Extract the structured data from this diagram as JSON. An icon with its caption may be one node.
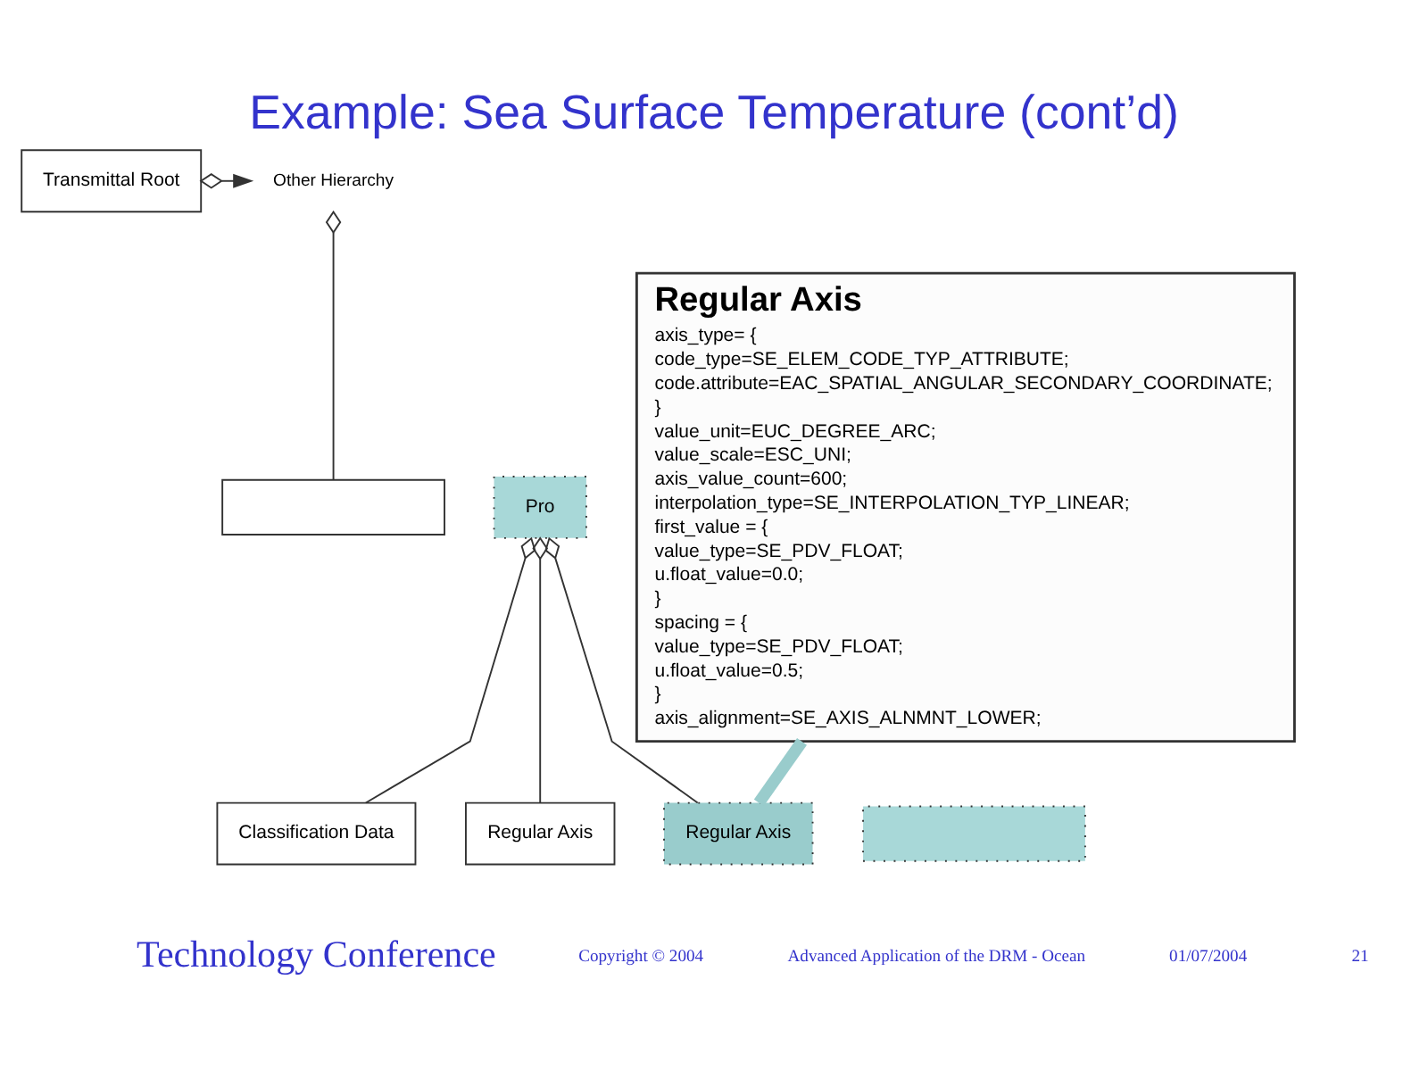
{
  "diagram": {
    "title": "Example: Sea Surface Temperature (cont’d)",
    "nodes": [
      {
        "text": [
          "Transmittal Root"
        ]
      },
      {
        "text": [
          "Other Hierarchy"
        ]
      },
      {
        "text": [],
        "shape": "box"
      },
      {
        "text": [
          "Regular Axis",
          "axis_type= {",
          "code_type=SE_ELEM_CODE_TYP_ATTRIBUTE;",
          "code.attribute=EAC_SPATIAL_ANGULAR_SECONDARY_COORDINATE;",
          "}",
          "value_unit=EUC_DEGREE_ARC;",
          "value_scale=ESC_UNI;",
          "axis_value_count=600;",
          "interpolation_type=SE_INTERPOLATION_TYP_LINEAR;",
          "first_value = {",
          "value_type=SE_PDV_FLOAT;",
          "u.float_value=0.0;",
          "}",
          "spacing = {",
          "value_type=SE_PDV_FLOAT;",
          "u.float_value=0.5;",
          "}",
          "axis_alignment=SE_AXIS_ALNMNT_LOWER;"
        ]
      },
      {
        "text": [
          "Pro"
        ]
      },
      {
        "text": [
          "Classification Data"
        ]
      },
      {
        "text": [],
        "shape": "box"
      },
      {
        "text": [
          "Regular Axis"
        ]
      },
      {
        "text": [
          "Regular Axis"
        ]
      }
    ],
    "edges": [
      {
        "from": 0,
        "to": 1,
        "arrow": "to"
      },
      {
        "from": 1,
        "to": 2,
        "arrow": "other"
      },
      {
        "from": 4,
        "to": 5,
        "arrow": "other"
      },
      {
        "from": 4,
        "to": 7,
        "arrow": "other"
      },
      {
        "from": 4,
        "to": 8,
        "arrow": "other"
      },
      {
        "from": 3,
        "to": 8,
        "arrow": "none",
        "style": "thick",
        "color": "#99cccc"
      }
    ],
    "labels": [
      "Technology Conference",
      "Copyright © 2004",
      "Advanced Application of the DRM - Ocean",
      "01/07/2004",
      "21"
    ]
  }
}
